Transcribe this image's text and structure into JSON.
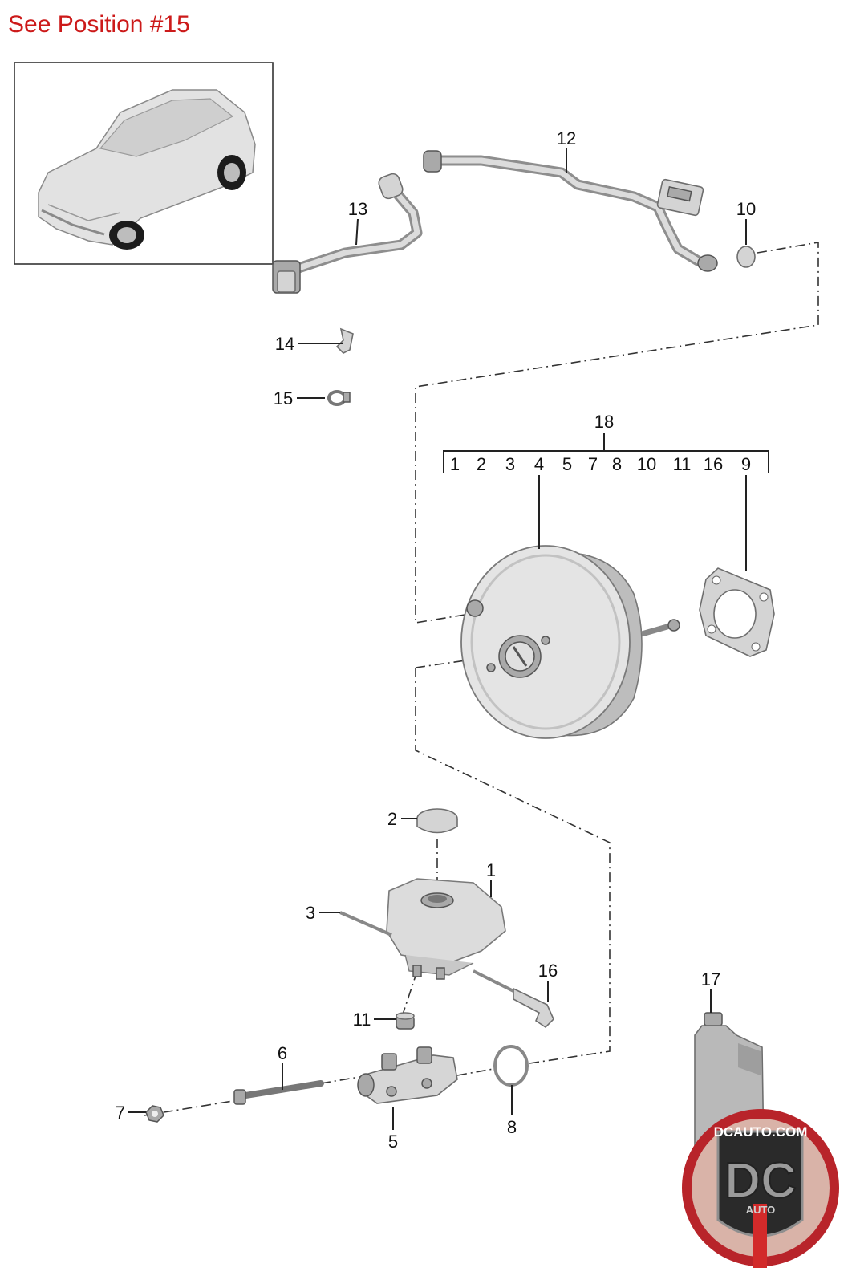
{
  "header": {
    "title": "See Position #15",
    "title_color": "#cc1a1a"
  },
  "labels": {
    "p1": "1",
    "p2": "2",
    "p3": "3",
    "p4": "4",
    "p5": "5",
    "p6": "6",
    "p7": "7",
    "p8": "8",
    "p9": "9",
    "p10": "10",
    "p11": "11",
    "p12": "12",
    "p13": "13",
    "p14": "14",
    "p15": "15",
    "p16": "16",
    "p17": "17",
    "p18": "18"
  },
  "kit": {
    "number": "18",
    "items": [
      "1",
      "2",
      "3",
      "4",
      "5",
      "7",
      "8",
      "10",
      "11",
      "16",
      "9"
    ]
  },
  "watermark": {
    "site": "DCAUTO.COM",
    "letters": "DC",
    "sub": "AUTO",
    "colors": {
      "ring": "#b8242a",
      "stripe": "#d22a2a"
    }
  }
}
